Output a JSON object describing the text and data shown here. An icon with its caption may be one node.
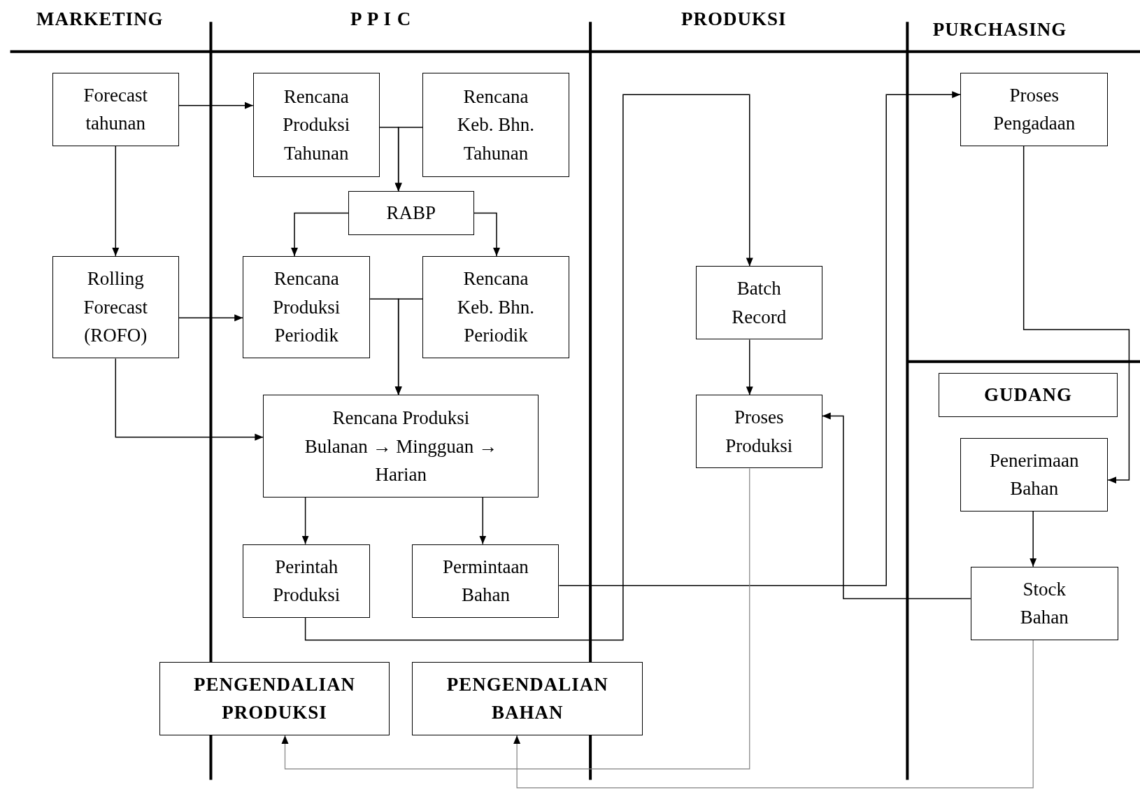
{
  "diagram": {
    "nodes": [
      {
        "text": [
          "Forecast tahunan"
        ]
      },
      {
        "text": [
          "Rencana Produksi Tahunan"
        ]
      },
      {
        "text": [
          "Rencana Keb. Bhn. Tahunan"
        ]
      },
      {
        "text": [
          "RABP"
        ]
      },
      {
        "text": [
          "Rolling Forecast (ROFO)"
        ]
      },
      {
        "text": [
          "Rencana Produksi Periodik"
        ]
      },
      {
        "text": [
          "Rencana Keb. Bhn. Periodik"
        ]
      },
      {
        "text": [
          "Rencana Produksi Bulanan → Mingguan → Harian"
        ]
      },
      {
        "text": [
          "Perintah Produksi"
        ]
      },
      {
        "text": [
          "Permintaan Bahan"
        ]
      },
      {
        "text": [
          "PENGENDALIAN PRODUKSI"
        ]
      },
      {
        "text": [
          "PENGENDALIAN BAHAN"
        ]
      },
      {
        "text": [
          "Proses Pengadaan"
        ]
      },
      {
        "text": [
          "Batch Record"
        ]
      },
      {
        "text": [
          "Proses Produksi"
        ]
      },
      {
        "text": [
          "GUDANG"
        ]
      },
      {
        "text": [
          "Penerimaan Bahan"
        ]
      },
      {
        "text": [
          "Stock Bahan"
        ]
      }
    ],
    "edges": [
      {
        "from": 0,
        "to": 1,
        "arrow": "to"
      },
      {
        "from": 0,
        "to": 4,
        "arrow": "to"
      },
      {
        "from": 1,
        "to": 3,
        "arrow": "to"
      },
      {
        "from": 2,
        "to": 3,
        "arrow": "to"
      },
      {
        "from": 3,
        "to": 5,
        "arrow": "to"
      },
      {
        "from": 3,
        "to": 6,
        "arrow": "to"
      },
      {
        "from": 4,
        "to": 5,
        "arrow": "to"
      },
      {
        "from": 5,
        "to": 7,
        "arrow": "to"
      },
      {
        "from": 6,
        "to": 7,
        "arrow": "to"
      },
      {
        "from": 4,
        "to": 7,
        "arrow": "to"
      },
      {
        "from": 7,
        "to": 8,
        "arrow": "to"
      },
      {
        "from": 7,
        "to": 9,
        "arrow": "to"
      },
      {
        "from": 8,
        "to": 13,
        "arrow": "to"
      },
      {
        "from": 9,
        "to": 12,
        "arrow": "to"
      },
      {
        "from": 12,
        "to": 16,
        "arrow": "to"
      },
      {
        "from": 13,
        "to": 14,
        "arrow": "to"
      },
      {
        "from": 16,
        "to": 17,
        "arrow": "to"
      },
      {
        "from": 17,
        "to": 14,
        "arrow": "to"
      },
      {
        "from": 14,
        "to": 10,
        "arrow": "to",
        "color": "#808080"
      },
      {
        "from": 17,
        "to": 11,
        "arrow": "to",
        "color": "#808080"
      }
    ],
    "labels": [
      "MARKETING",
      "P P I C",
      "PRODUKSI",
      "PURCHASING"
    ]
  }
}
